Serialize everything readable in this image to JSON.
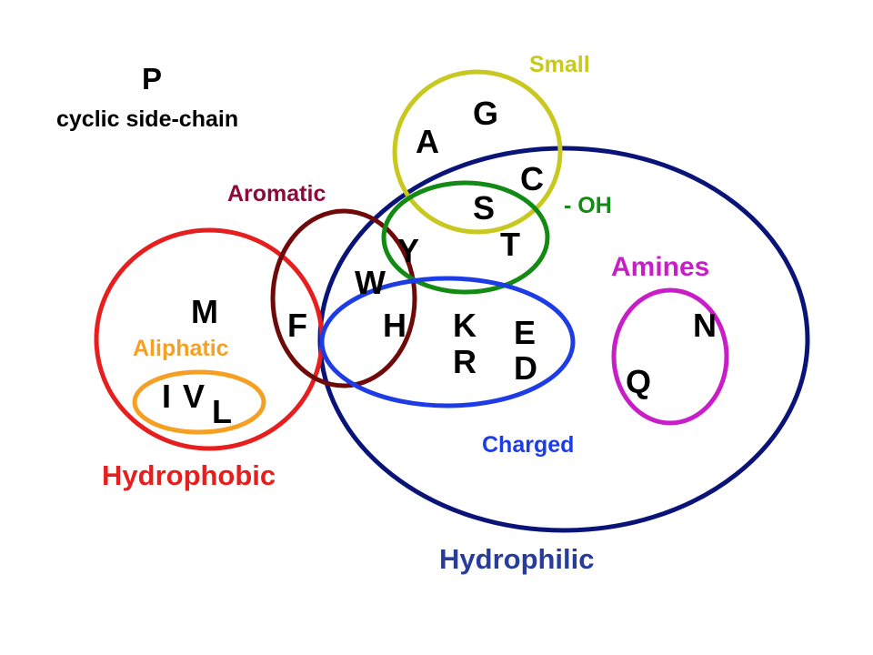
{
  "diagram": {
    "sets": {
      "small": {
        "label": "Small",
        "color": "#C8C81E"
      },
      "hydroxyl": {
        "label": "- OH",
        "color": "#138A13"
      },
      "aromatic": {
        "label": "Aromatic",
        "color": "#8B0A3C"
      },
      "amines": {
        "label": "Amines",
        "color": "#C81EC8"
      },
      "aliphatic": {
        "label": "Aliphatic",
        "color": "#F5A023"
      },
      "charged": {
        "label": "Charged",
        "color": "#1E3CE6"
      },
      "hydrophobic": {
        "label": "Hydrophobic",
        "color": "#E61E1E"
      },
      "hydrophilic": {
        "label": "Hydrophilic",
        "color": "#283C9B"
      },
      "outer": {
        "color": "#0A1478"
      },
      "aromatic_ring": {
        "color": "#6E0A0A"
      }
    },
    "proline": {
      "letter": "P",
      "caption": "cyclic side-chain"
    },
    "letters": {
      "G": "G",
      "A": "A",
      "C": "C",
      "S": "S",
      "T": "T",
      "Y": "Y",
      "W": "W",
      "F": "F",
      "H": "H",
      "K": "K",
      "R": "R",
      "E": "E",
      "D": "D",
      "N": "N",
      "Q": "Q",
      "M": "M",
      "I": "I",
      "V": "V",
      "L": "L"
    }
  }
}
